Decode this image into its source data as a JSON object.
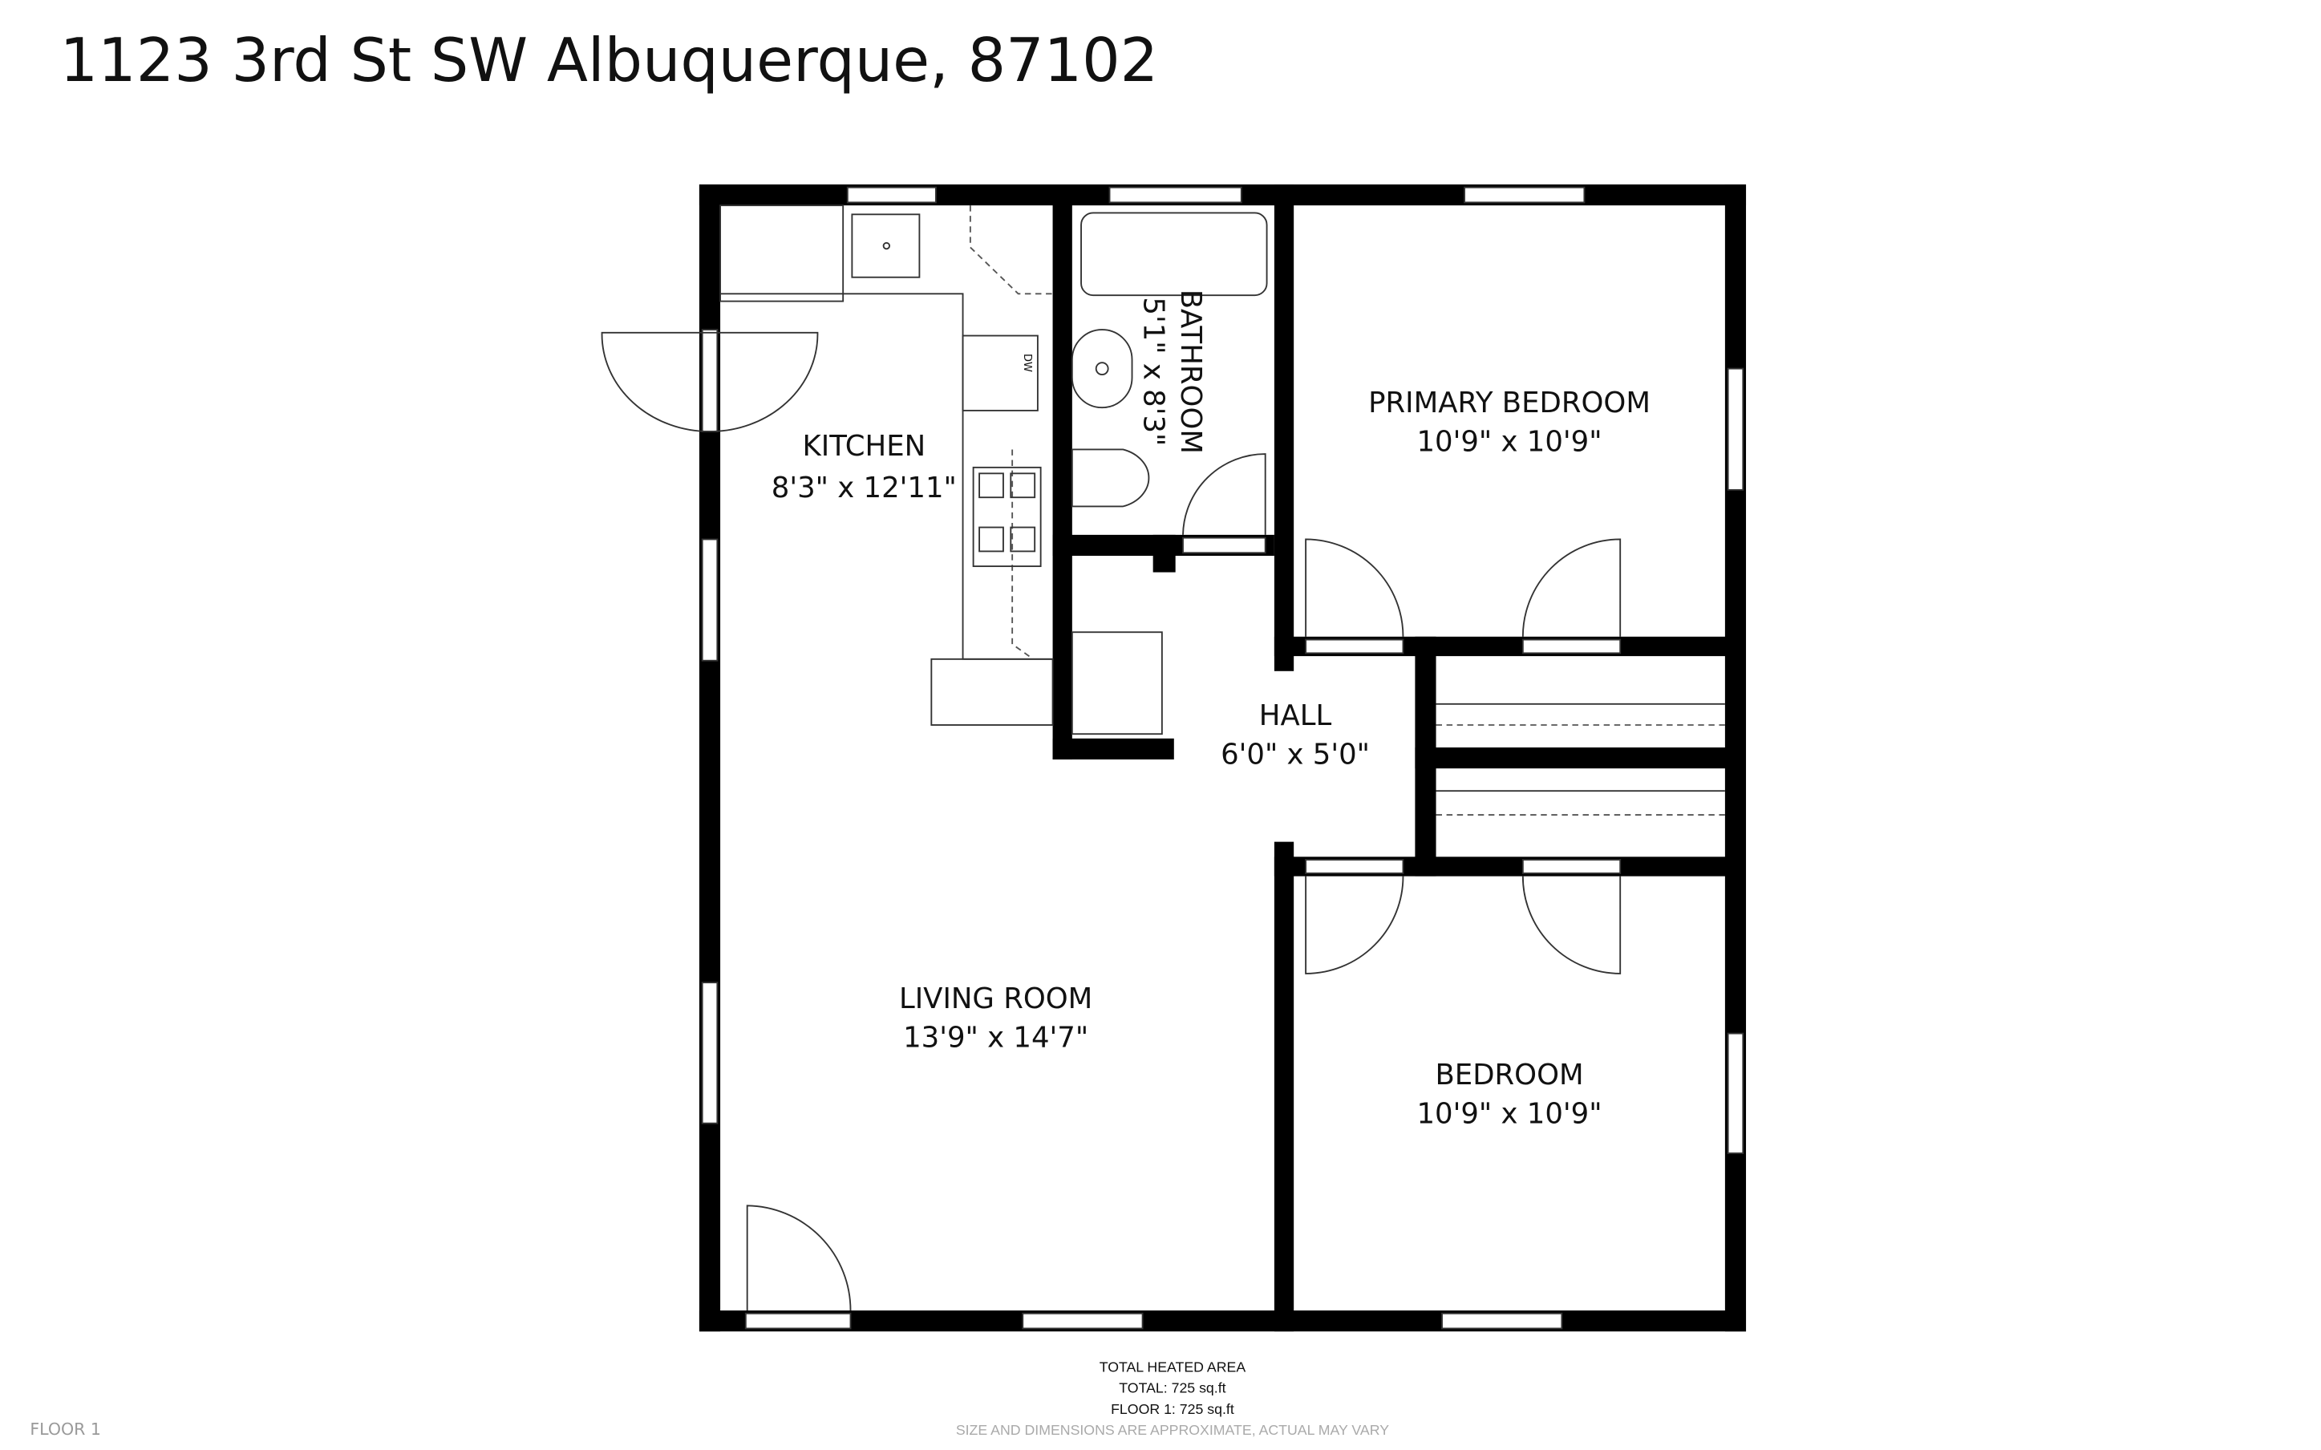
{
  "title": "1123 3rd St SW Albuquerque, 87102",
  "rooms": [
    {
      "name": "KITCHEN",
      "dims": "8'3\" x 12'11\""
    },
    {
      "name": "BATHROOM",
      "dims": "5'1\" x 8'3\""
    },
    {
      "name": "PRIMARY BEDROOM",
      "dims": "10'9\" x 10'9\""
    },
    {
      "name": "HALL",
      "dims": "6'0\" x 5'0\""
    },
    {
      "name": "LIVING ROOM",
      "dims": "13'9\" x 14'7\""
    },
    {
      "name": "BEDROOM",
      "dims": "10'9\" x 10'9\""
    }
  ],
  "appliance_labels": {
    "dishwasher": "DW"
  },
  "area": {
    "heading": "TOTAL HEATED AREA",
    "total": "TOTAL: 725 sq.ft",
    "floor1": "FLOOR 1: 725 sq.ft",
    "disclaimer": "SIZE AND DIMENSIONS ARE APPROXIMATE, ACTUAL MAY VARY"
  },
  "floor_label": "FLOOR 1"
}
